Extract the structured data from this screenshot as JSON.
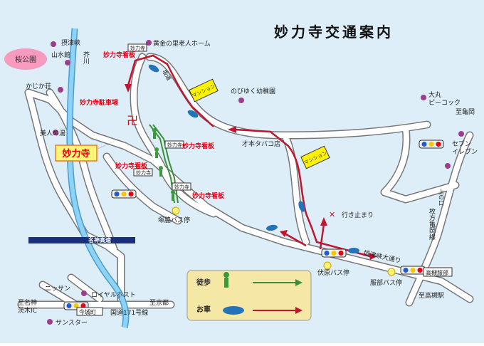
{
  "title": "妙力寺交通案内",
  "temple": {
    "name": "妙力寺",
    "symbol": "卍"
  },
  "parking": "妙力寺駐車場",
  "signs": {
    "small": "妙力寺",
    "board": "妙力寺看板"
  },
  "places": {
    "sakura_park": "桜公園",
    "settsukyo": "摂津峡",
    "sansuikan": "山水館",
    "akutagawa": "芥川",
    "kajikaso": "かじか荘",
    "bijin_no_yu": "美人の湯",
    "ogon_home": "黄金の里老人ホーム",
    "nobiyuku": "のびゆく幼稚園",
    "mansion1": "マンション",
    "mansion2": "マンション",
    "saka": "坂道",
    "saimoto": "才本タバコ店",
    "daimaru": "大丸\nピーコック",
    "seven": "セブン\nイレブン",
    "shimonomura": "至亀岡",
    "ikidomari": "行き止まり",
    "settsukyo_dori": "摂津峡大通り",
    "fushihara_bus": "伏原バス停",
    "tsukawaki_bus": "塚脇バス停",
    "hattori_bus": "服部バス停",
    "takatsuki_hattori": "高槻服部",
    "to_takatsuki_sta": "至高槻駅",
    "kameoka_road": "枚方亀岡線",
    "meishin": "名神高速",
    "nissan": "ニッサン",
    "royal_host": "ロイヤルホスト",
    "to_meishin_ic": "至名神\n茨木IC",
    "imashiro": "今城町",
    "to_kyoto": "至京都",
    "route171": "国道171号線",
    "sunstar": "サンスター",
    "ueno_kuchi": "上の口"
  },
  "legend": {
    "walk": "徒歩",
    "car": "お車"
  },
  "colors": {
    "sea": "#ddeef9",
    "road": "#ffffff",
    "river": "#7fc8ee",
    "car_route": "#c0152f",
    "walk_route": "#3a8f3a",
    "mansion": "#fff200",
    "legend_bg": "#f5e7a6",
    "temple_box": "#fff475",
    "sakura": "#f79ac0",
    "point": "#9b3e8c",
    "meishin_bar": "#1a2f7a"
  }
}
